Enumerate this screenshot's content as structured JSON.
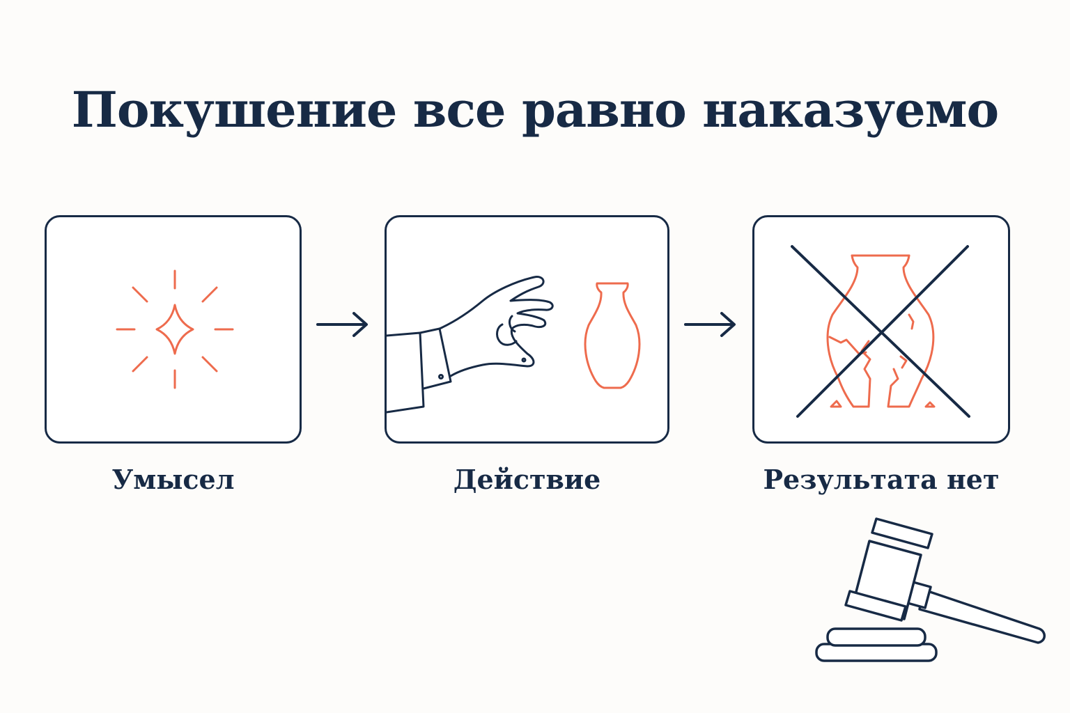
{
  "title": "Покушение все равно наказуемо",
  "colors": {
    "navy": "#172a45",
    "accent": "#ee6b4d",
    "background": "#fdfcfa"
  },
  "steps": [
    {
      "label": "Умысел",
      "icon": "sparkle-icon"
    },
    {
      "label": "Действие",
      "icon": "hand-reaching-vase-icon"
    },
    {
      "label": "Результата нет",
      "icon": "broken-vase-crossed-icon"
    }
  ],
  "decoration": {
    "icon": "gavel-icon"
  }
}
